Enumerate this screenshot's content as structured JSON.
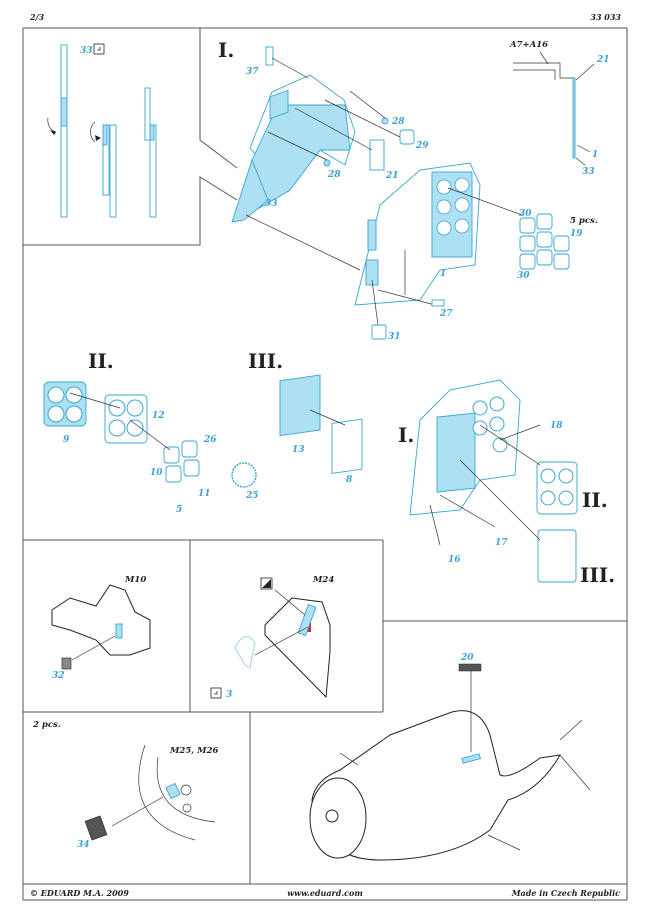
{
  "header": {
    "page": "2/3",
    "set_number": "33 033"
  },
  "footer": {
    "copyright": "© EDUARD  M.A. 2009",
    "website": "www.eduard.com",
    "origin": "Made in Czech Republic"
  },
  "steps": {
    "one": "I.",
    "two": "II.",
    "three": "III."
  },
  "callouts": {
    "a7": "A7+A16",
    "five_pcs": "5 pcs.",
    "two_pcs": "2 pcs.",
    "m10": "M10",
    "m24": "M24",
    "m25": "M25, M26"
  },
  "parts": {
    "p33_inset": "33",
    "p37": "37",
    "p28a": "28",
    "p28b": "28",
    "p29": "29",
    "p21": "21",
    "p33": "33",
    "p21r": "21",
    "p1r": "1",
    "p33r": "33",
    "p30a": "30",
    "p19": "19",
    "p30b": "30",
    "p1": "1",
    "p27": "27",
    "p31": "31",
    "p9": "9",
    "p12": "12",
    "p10": "10",
    "p26": "26",
    "p11": "11",
    "p5": "5",
    "p25": "25",
    "p13": "13",
    "p8": "8",
    "p18": "18",
    "p17": "17",
    "p16": "16",
    "p32": "32",
    "p3": "3",
    "p20": "20",
    "p34": "34"
  },
  "colors": {
    "etch_fill": "#aee0f3",
    "etch_line": "#38a6d2",
    "paint_red": "#d9232e"
  }
}
